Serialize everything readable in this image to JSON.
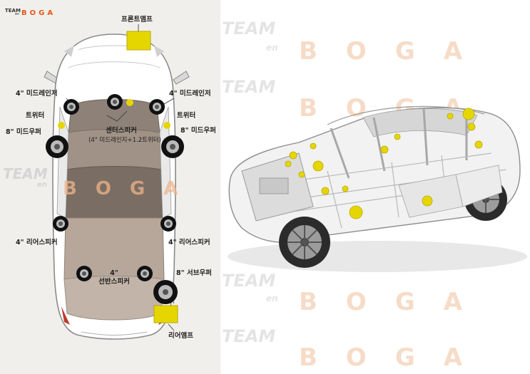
{
  "brand": {
    "team": "TEAM",
    "en": "en",
    "boga": "BOGA"
  },
  "labels": {
    "front_amp": "프론트앰프",
    "mid_left": "4\" 미드레인저",
    "mid_right": "4\" 미드레인저",
    "tweeter_left": "트위터",
    "tweeter_right": "트위터",
    "woofer_left": "8\" 미드우퍼",
    "woofer_right": "8\" 미드우퍼",
    "center_title": "센터스피커",
    "center_sub": "(4\" 미드레인지+1.2트위터)",
    "rear_left": "4\" 리어스피커",
    "rear_right": "4\" 리어스피커",
    "shelf_size": "4\"",
    "shelf": "선반스피커",
    "subwoofer": "8\" 서브우퍼",
    "rear_amp": "리어앰프"
  },
  "colors": {
    "marker_yellow": "#e6d600",
    "speaker_black": "#111111",
    "watermark_orange": "#f0b48a",
    "watermark_gray": "#d8d8d8"
  }
}
